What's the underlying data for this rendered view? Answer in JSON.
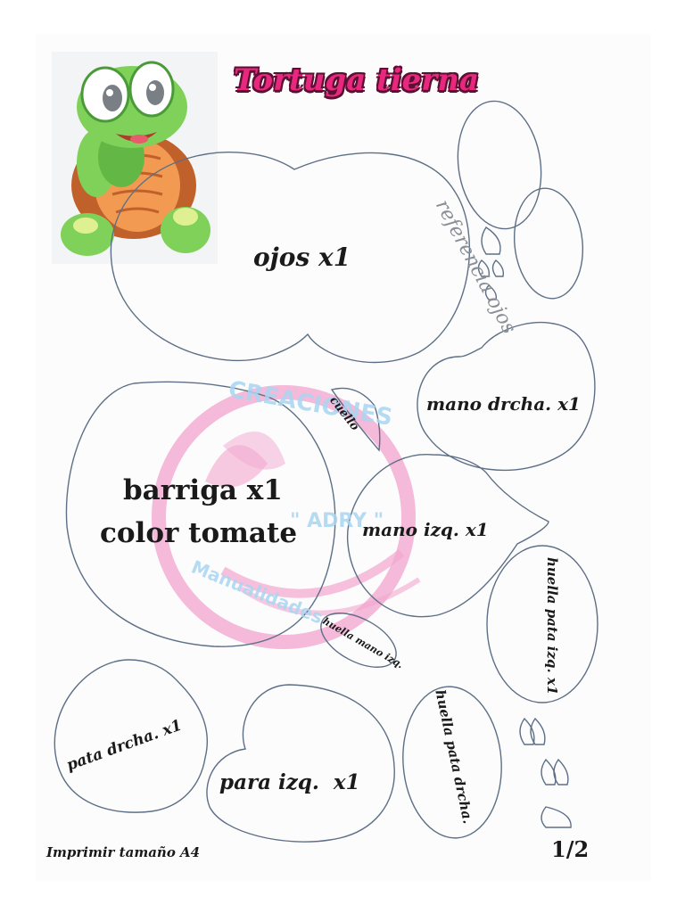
{
  "title": "Tortuga tierna",
  "reference_label": "referencia ojos",
  "pieces": {
    "eyes": "ojos x1",
    "right_hand": "mano drcha. x1",
    "neck": "cuello",
    "belly_line1": "barriga x1",
    "belly_line2": "color tomate",
    "left_hand": "mano izq. x1",
    "left_paw_print": "huella pata izq. x1",
    "left_hand_print": "huella mano izq.",
    "right_paw": "pata drcha. x1",
    "left_paw": "para izq.  x1",
    "right_paw_print": "huella pata drcha."
  },
  "watermark": {
    "line1": "CREACIONES",
    "line2": "\" ADRY \"",
    "line3": "Manualidades"
  },
  "footer": {
    "print_note": "Imprimir tamaño A4",
    "page": "1/2"
  },
  "colors": {
    "title": "#e8287e",
    "outline": "#5d6f86",
    "watermark_pink": "#f2a7cf",
    "watermark_blue": "#a9d6f2",
    "turtle_green": "#6fcf4e",
    "turtle_shell": "#e47a3c"
  }
}
